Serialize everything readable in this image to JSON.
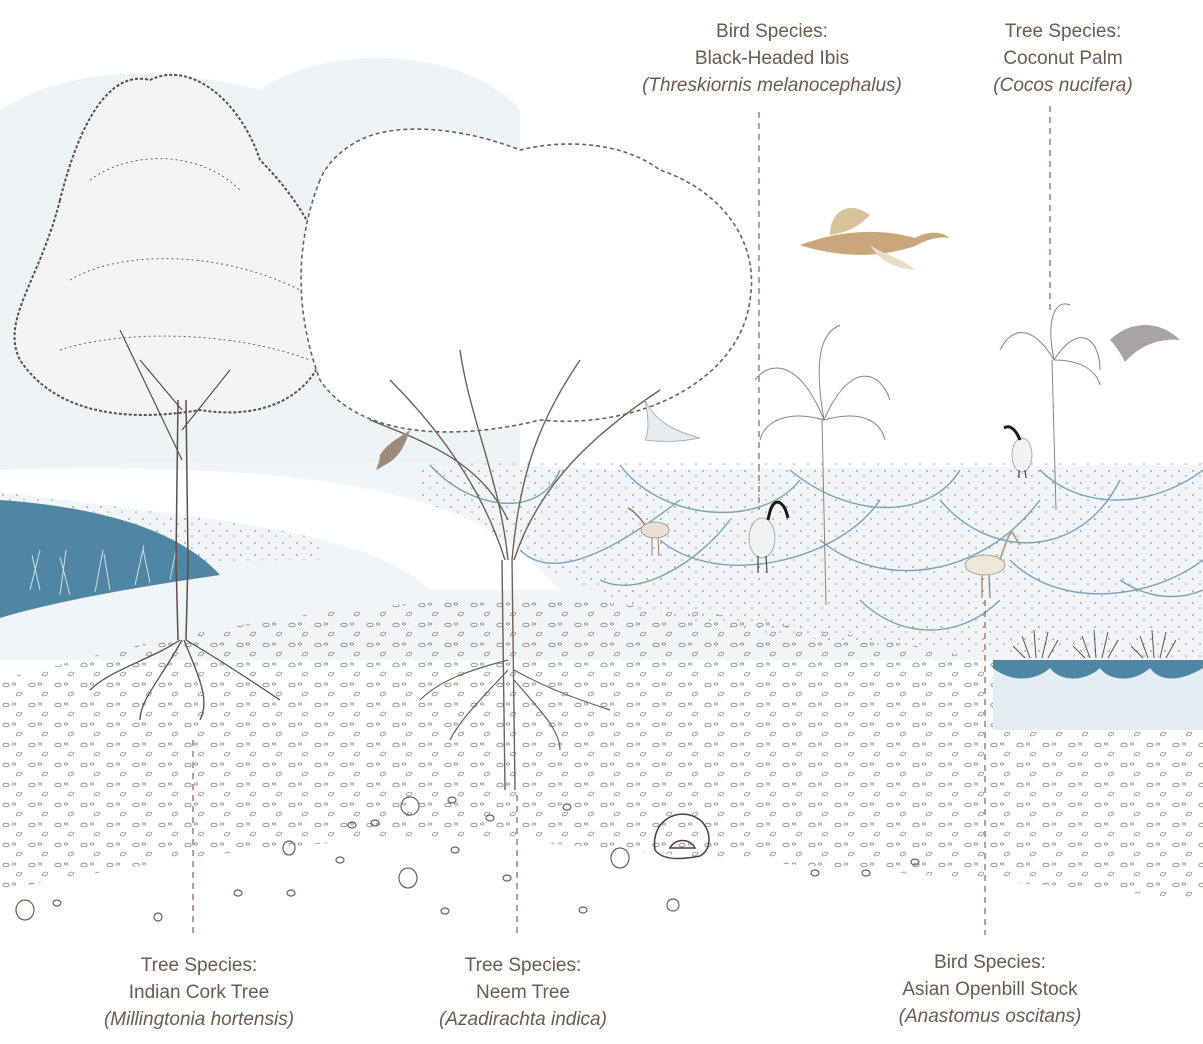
{
  "colors": {
    "water": "#4f86a3",
    "water_light": "#dce8ef",
    "line": "#8a6f66",
    "label_text": "#6a5a52",
    "tree_dark": "#5a4f4c",
    "sky": "#eef3f6"
  },
  "labels": {
    "ibis": {
      "kind": "Bird Species:",
      "common": "Black-Headed Ibis",
      "scientific": "(Threskiornis melanocephalus)"
    },
    "coconut": {
      "kind": "Tree Species:",
      "common": "Coconut Palm",
      "scientific": "(Cocos nucifera)"
    },
    "cork": {
      "kind": "Tree Species:",
      "common": "Indian Cork Tree",
      "scientific": "(Millingtonia hortensis)"
    },
    "neem": {
      "kind": "Tree Species:",
      "common": "Neem Tree",
      "scientific": "(Azadirachta indica)"
    },
    "openbill": {
      "kind": "Bird Species:",
      "common": "Asian Openbill Stock",
      "scientific": "(Anastomus oscitans)"
    }
  },
  "icons": [
    "tree-icon",
    "palm-icon",
    "bird-icon",
    "pebble-icon",
    "shell-icon"
  ]
}
